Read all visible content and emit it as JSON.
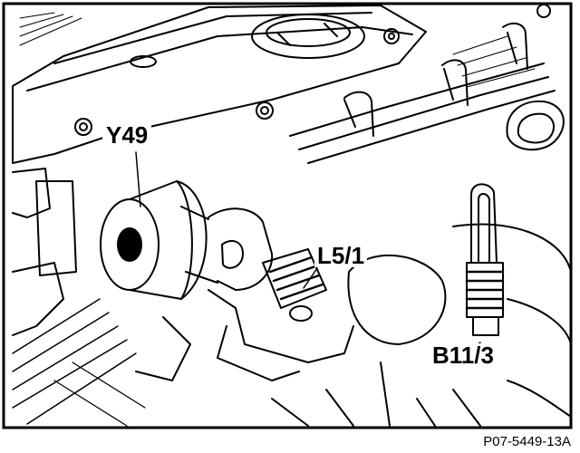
{
  "callouts": {
    "y49": "Y49",
    "l5_1": "L5/1",
    "b11_3": "B11/3"
  },
  "figure_code": "P07-5449-13A"
}
